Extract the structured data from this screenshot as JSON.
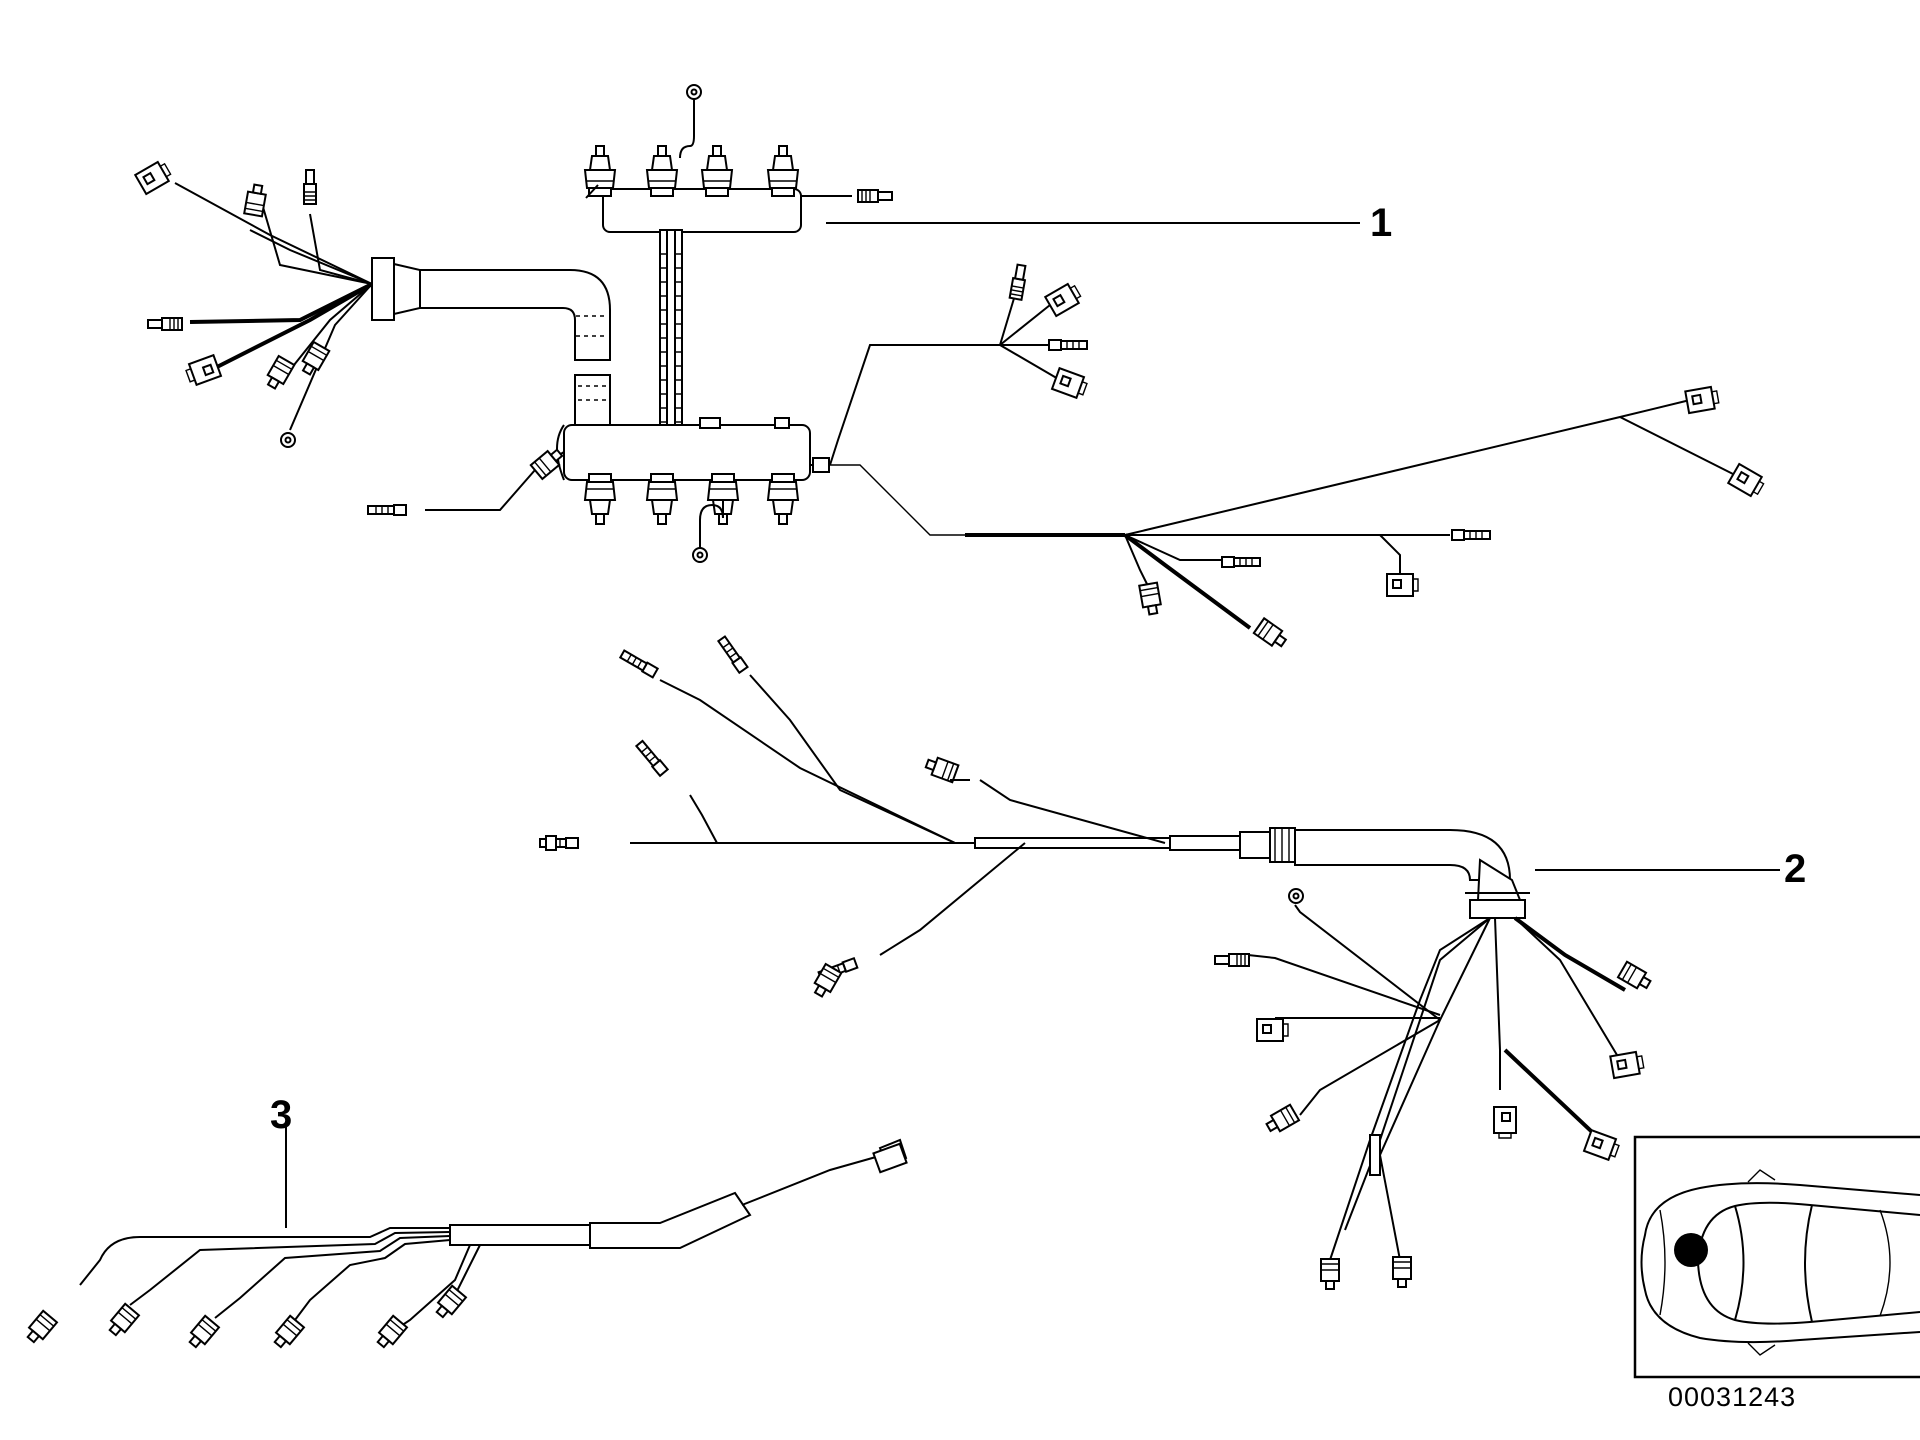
{
  "callouts": [
    {
      "id": "1",
      "label": "1"
    },
    {
      "id": "2",
      "label": "2"
    },
    {
      "id": "3",
      "label": "3"
    }
  ],
  "part_number": "00031243",
  "inset": {
    "icon": "car-top-view-icon",
    "marker_color": "#000000"
  },
  "colors": {
    "line": "#000000",
    "background": "#ffffff"
  }
}
